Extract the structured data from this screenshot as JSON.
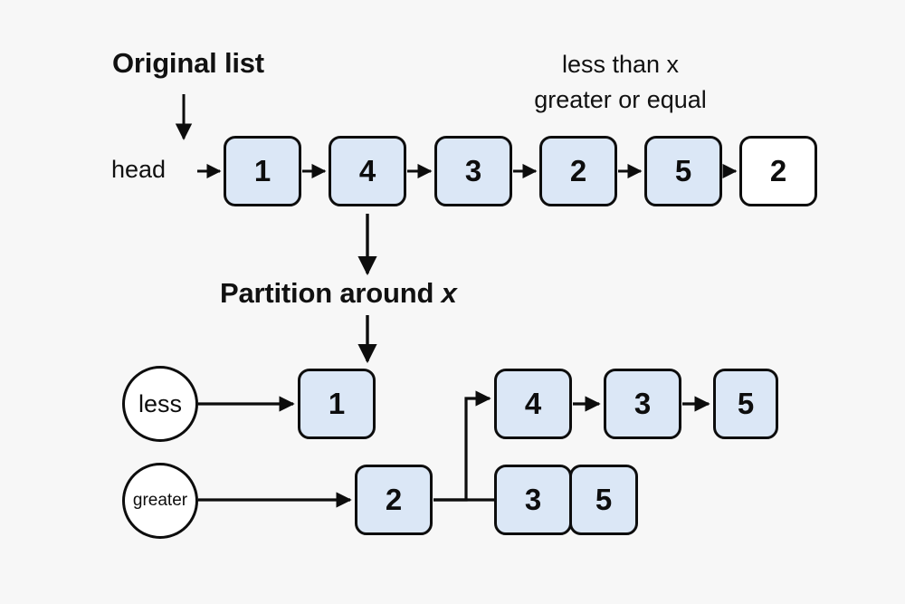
{
  "diagram": {
    "title": "Original list",
    "step_label_prefix": "Partition around ",
    "step_label_var": "x",
    "head_label": "head",
    "notes": {
      "line1": "less than x",
      "line2": "greater or equal"
    },
    "colors": {
      "background": "#f7f7f7",
      "node_fill": "#dbe7f6",
      "node_fill_empty": "#ffffff",
      "stroke": "#0d0d0d",
      "text": "#111111"
    },
    "original_list": {
      "nodes": [
        {
          "value": "1",
          "filled": true
        },
        {
          "value": "4",
          "filled": true
        },
        {
          "value": "3",
          "filled": true
        },
        {
          "value": "2",
          "filled": true
        },
        {
          "value": "5",
          "filled": true
        },
        {
          "value": "2",
          "filled": false
        }
      ]
    },
    "less_chain": {
      "pointer_label": "less",
      "nodes": [
        {
          "value": "1",
          "filled": true
        },
        {
          "value": "4",
          "filled": true
        },
        {
          "value": "3",
          "filled": true
        },
        {
          "value": "5",
          "filled": true
        }
      ]
    },
    "greater_chain": {
      "pointer_label": "greater",
      "nodes": [
        {
          "value": "2",
          "filled": true
        },
        {
          "value": "3",
          "filled": true
        },
        {
          "value": "5",
          "filled": true
        }
      ]
    }
  }
}
